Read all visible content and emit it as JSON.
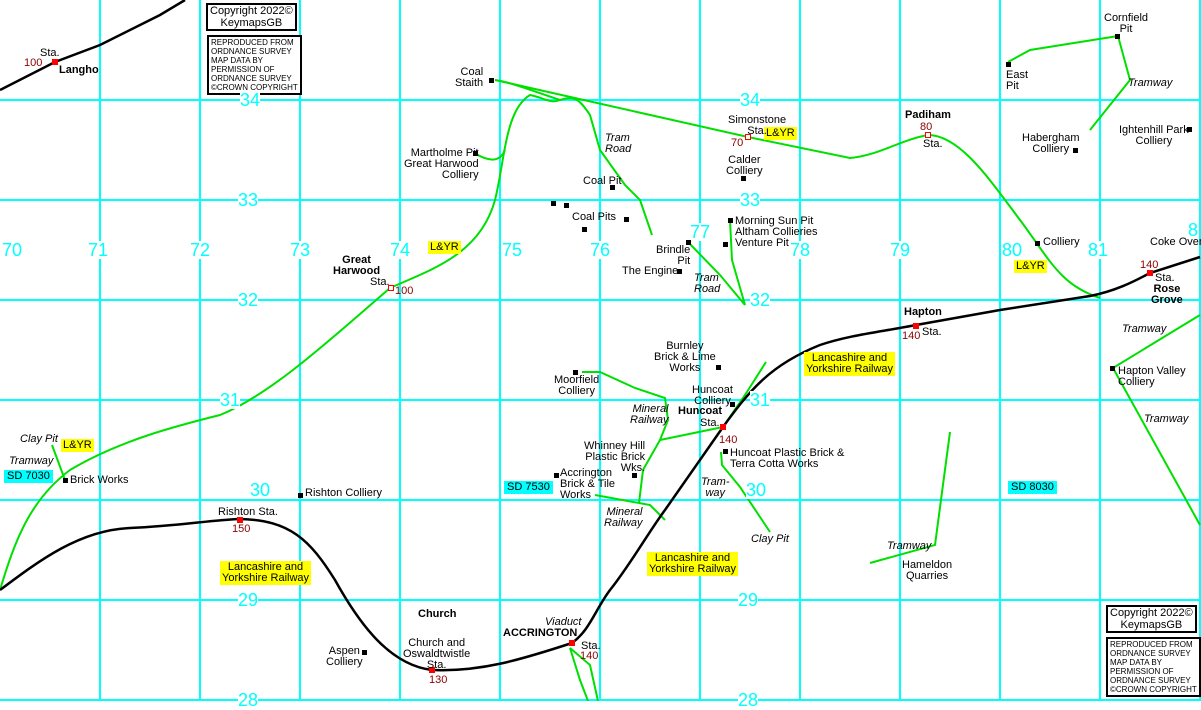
{
  "colors": {
    "grid": "#00ffff",
    "railway": "#000000",
    "tramway": "#00e000",
    "station": "#ff0000",
    "height": "#8b0000",
    "label_box": "#ffff00"
  },
  "copyright": {
    "line1": "Copyright 2022©\nKeymapsGB",
    "line2": "REPRODUCED FROM\nORDNANCE SURVEY\nMAP DATA BY\nPERMISSION OF\nORDNANCE SURVEY\n©CROWN COPYRIGHT"
  },
  "grid": {
    "eastings": [
      "70",
      "71",
      "72",
      "73",
      "74",
      "75",
      "76",
      "77",
      "78",
      "79",
      "80",
      "81",
      "8"
    ],
    "northings": [
      "34",
      "33",
      "32",
      "31",
      "30",
      "29",
      "28"
    ],
    "refs": [
      "SD 7030",
      "SD 7530",
      "SD 8030"
    ]
  },
  "railways": [
    "L&YR",
    "L&YR",
    "L&YR",
    "L&YR",
    "Lancashire and\nYorkshire Railway",
    "Lancashire and\nYorkshire Railway",
    "Lancashire and\nYorkshire Railway"
  ],
  "stations": {
    "langho": {
      "name": "Langho",
      "sta": "Sta.",
      "height": "100"
    },
    "great_harwood": {
      "name": "Great\nHarwood",
      "sta": "Sta.",
      "height": "100"
    },
    "simonstone": {
      "name": "Simonstone\nSta.",
      "height": "70"
    },
    "padiham": {
      "name": "Padiham",
      "sta": "Sta.",
      "height": "80"
    },
    "rose_grove": {
      "name": "Rose\nGrove",
      "sta": "Sta.",
      "height": "140"
    },
    "hapton": {
      "name": "Hapton",
      "sta": "Sta.",
      "height": "140"
    },
    "huncoat": {
      "name": "Huncoat",
      "sta": "Sta.",
      "height": "140"
    },
    "rishton": {
      "name": "Rishton Sta.",
      "height": "150"
    },
    "church": {
      "name": "Church and\nOswaldtwistle\nSta.",
      "town": "Church",
      "height": "130"
    },
    "accrington": {
      "name": "ACCRINGTON",
      "sta": "Sta.",
      "height": "140",
      "viaduct": "Viaduct"
    }
  },
  "sites": [
    "Coal\nStaith",
    "Martholme Pit\nGreat Harwood\nColliery",
    "Coal Pit",
    "Coal Pits",
    "Brindle\nPit",
    "The Engine",
    "Morning Sun Pit\nAltham Collieries\nVenture Pit",
    "Calder\nColliery",
    "Cornfield\nPit",
    "East\nPit",
    "Habergham\nColliery",
    "Ightenhill Park\nColliery",
    "Colliery",
    "Coke Oven",
    "Burnley\nBrick & Lime\nWorks",
    "Moorfield\nColliery",
    "Huncoat\nColliery",
    "Whinney Hill\nPlastic Brick\nWks.",
    "Accrington\nBrick & Tile\nWorks",
    "Huncoat Plastic Brick &\nTerra Cotta Works",
    "Hapton Valley\nColliery",
    "Hameldon\nQuarries",
    "Rishton Colliery",
    "Aspen\nColliery",
    "Brick Works"
  ],
  "italic_labels": [
    "Tram\nRoad",
    "Tram\nRoad",
    "Tramway",
    "Clay Pit",
    "Tramway",
    "Mineral\nRailway",
    "Mineral\nRailway",
    "Tram-\nway",
    "Clay Pit",
    "Tramway",
    "Tramway",
    "Tramway"
  ]
}
